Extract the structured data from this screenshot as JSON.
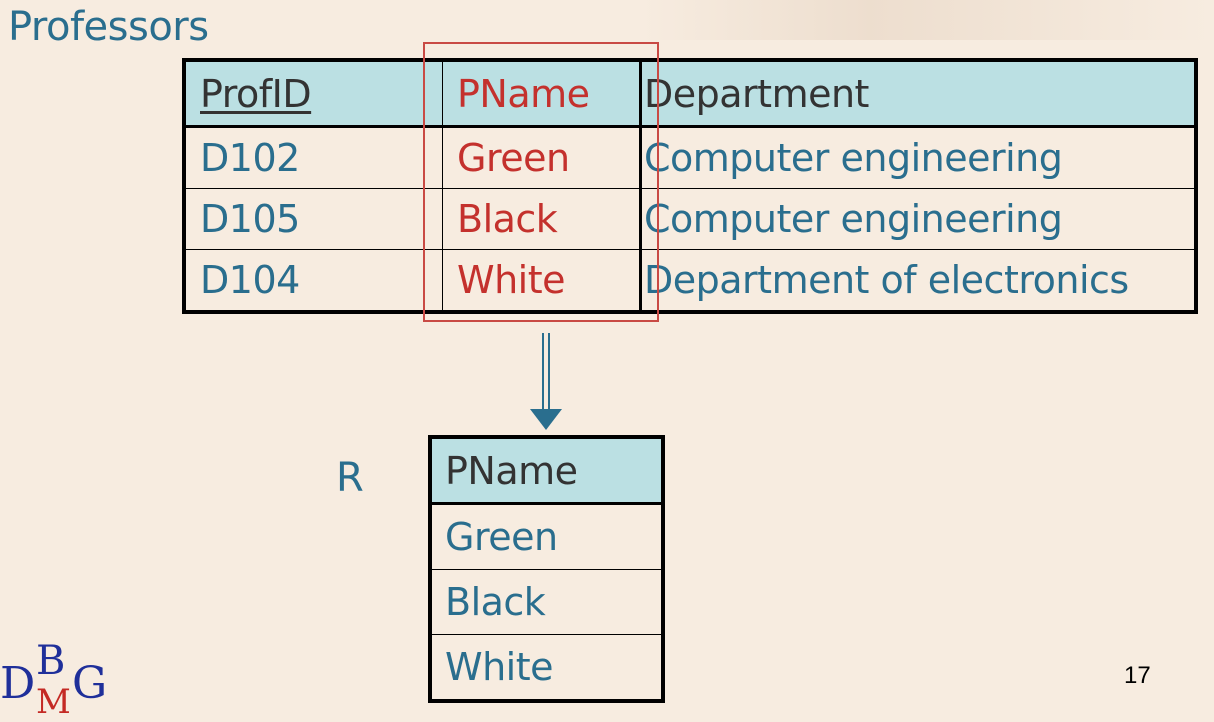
{
  "slide": {
    "title": "Professors",
    "page_number": "17"
  },
  "professors": {
    "columns": [
      "ProfID",
      "PName",
      "Department"
    ],
    "rows": [
      [
        "D102",
        "Green",
        "Computer engineering"
      ],
      [
        "D105",
        "Black",
        "Computer engineering"
      ],
      [
        "D104",
        "White",
        "Department of electronics"
      ]
    ],
    "key_column": "ProfID",
    "highlighted_column": "PName"
  },
  "result": {
    "label": "R",
    "column": "PName",
    "rows": [
      "Green",
      "Black",
      "White"
    ]
  },
  "logo": {
    "letters": [
      "D",
      "B",
      "M",
      "G"
    ]
  },
  "colors": {
    "background": "#f7ece0",
    "text_blue": "#2a6e8e",
    "highlight_red": "#c4312d",
    "header_fill": "#bbe0e3",
    "arrow": "#2a6e8e"
  }
}
